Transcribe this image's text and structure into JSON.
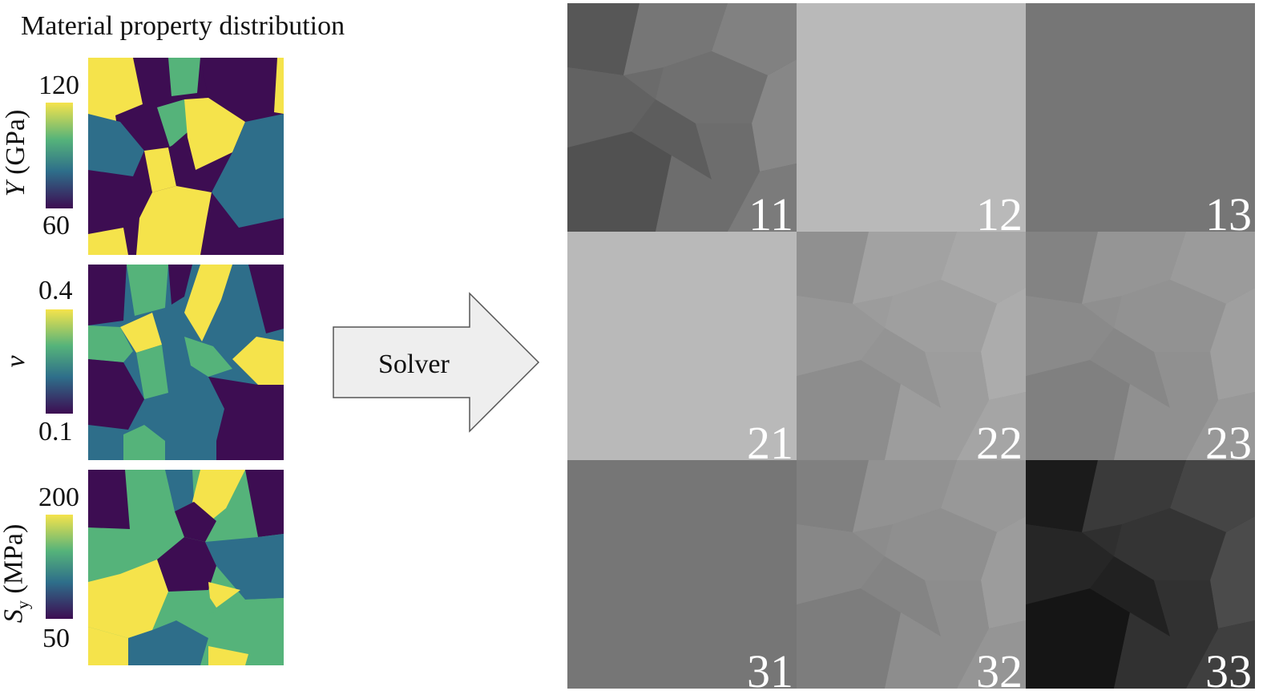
{
  "title": "Material property distribution",
  "solver_label": "Solver",
  "colorbars": [
    {
      "label": "Y (GPa)",
      "label_var": "Y",
      "label_unit": " (GPa)",
      "max": "120",
      "min": "60"
    },
    {
      "label": "ν",
      "label_var": "ν",
      "label_unit": "",
      "max": "0.4",
      "min": "0.1"
    },
    {
      "label": "Sy (MPa)",
      "label_var": "S",
      "label_sub": "y",
      "label_unit": " (MPa)",
      "max": "200",
      "min": "50"
    }
  ],
  "colormap": {
    "yellow": "#f5e34b",
    "green": "#55b37a",
    "teal": "#2e6e8a",
    "purple": "#3d0d52"
  },
  "tiles": [
    {
      "label": "11",
      "base": "#6b6b6b"
    },
    {
      "label": "12",
      "base": "#b9b9b9"
    },
    {
      "label": "13",
      "base": "#767676"
    },
    {
      "label": "21",
      "base": "#b9b9b9"
    },
    {
      "label": "22",
      "base": "#9c9c9c"
    },
    {
      "label": "23",
      "base": "#8f8f8f"
    },
    {
      "label": "31",
      "base": "#767676"
    },
    {
      "label": "32",
      "base": "#8c8c8c"
    },
    {
      "label": "33",
      "base": "#2f2f2f"
    }
  ]
}
